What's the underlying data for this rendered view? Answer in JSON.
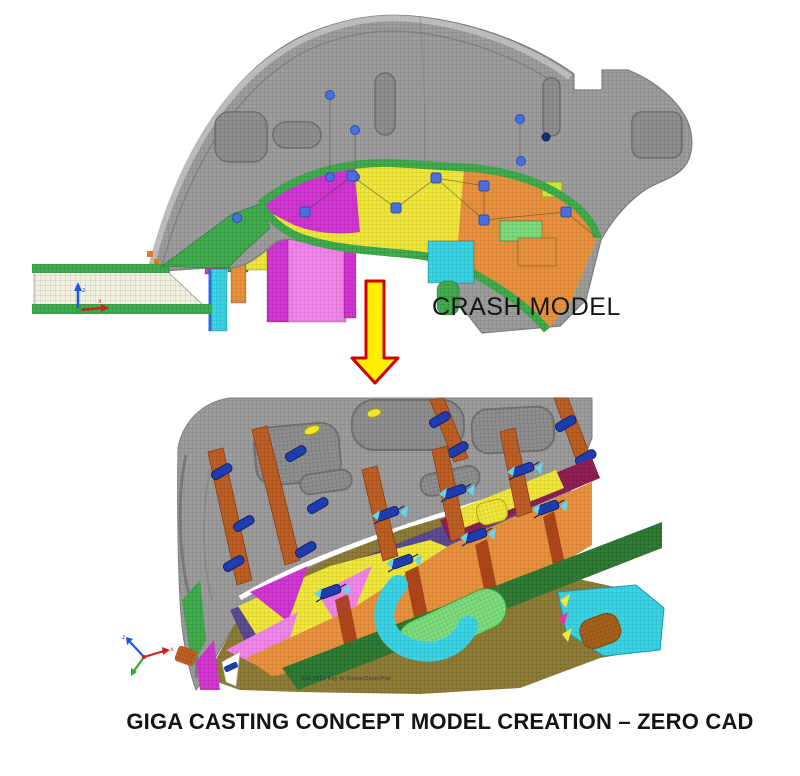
{
  "labels": {
    "crash_model": "CRASH MODEL",
    "caption": "GIGA CASTING CONCEPT MODEL CREATION – ZERO CAD"
  },
  "top_model": {
    "axis_triad": {
      "z_label": "z",
      "x_label": "x"
    }
  },
  "bottom_model": {
    "axis_triad": {
      "z_label": "z",
      "x_label": "x"
    },
    "status_text": "Esc 2021 Key to Rotate/Zoom/Pan"
  },
  "palette": {
    "mesh_gray": "#9d9d9d",
    "mesh_gray_dark": "#8f8f8f",
    "mesh_cream": "#f1efdf",
    "mesh_green": "#3fae4c",
    "mesh_dark_green": "#2f7d33",
    "mesh_yellow": "#efe73a",
    "mesh_magenta": "#d435d4",
    "mesh_pink": "#ef86e8",
    "mesh_orange": "#e6923e",
    "mesh_strap_orange": "#bf5f25",
    "mesh_cyan": "#3bd4e4",
    "mesh_olive": "#8f7c36",
    "mesh_purple": "#5d4b94",
    "mesh_maroon": "#901f56",
    "mesh_lime": "#7edc7e",
    "mesh_brown": "#a3611c",
    "weld_point_blue": "#4a6fdc",
    "clip_blue": "#1f3cae",
    "arrow_fill": "#ffee00",
    "arrow_outline": "#cc0000",
    "text_color": "#141414"
  }
}
